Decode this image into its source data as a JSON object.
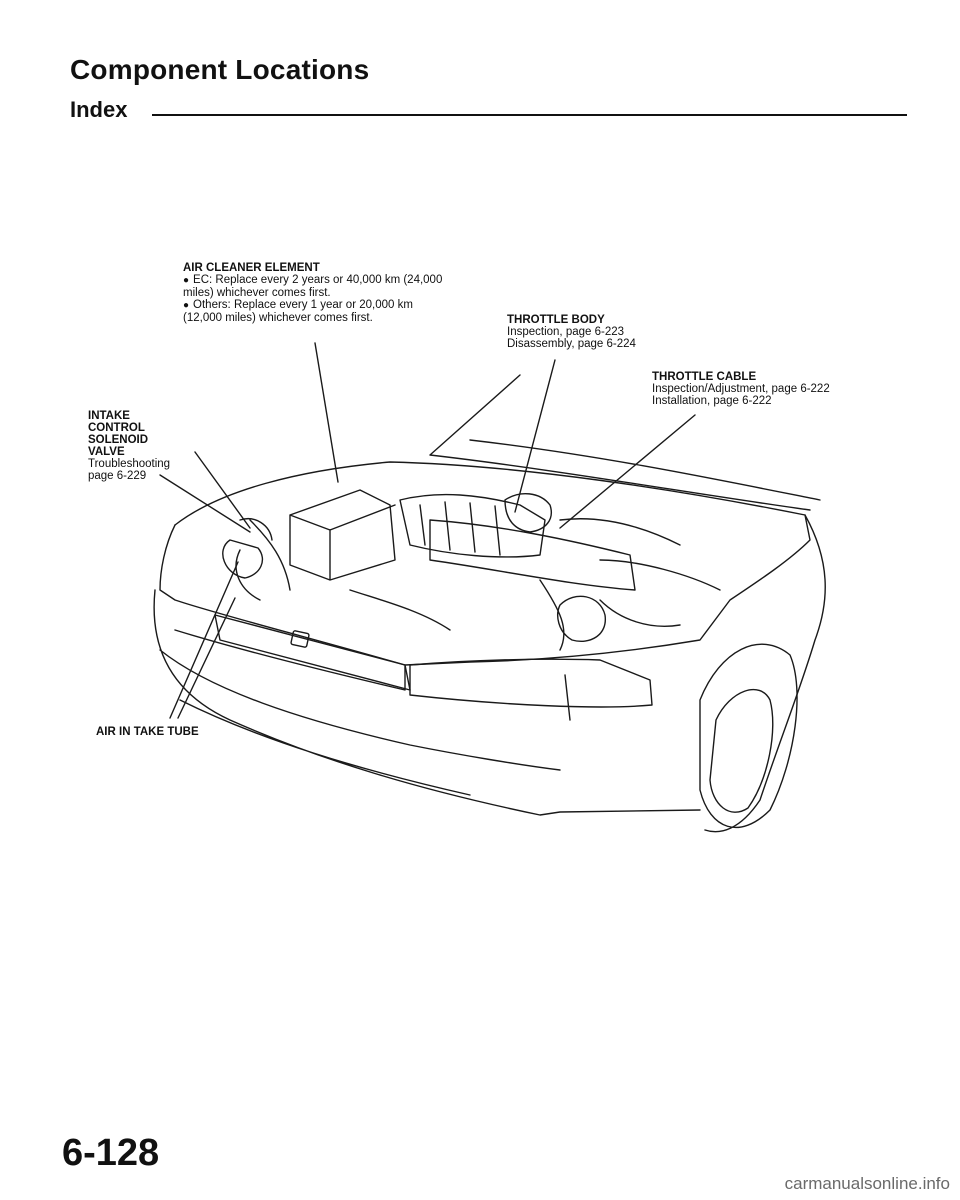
{
  "header": {
    "title": "Component Locations",
    "subtitle": "Index"
  },
  "callouts": {
    "air_cleaner": {
      "title": "AIR CLEANER ELEMENT",
      "line1": "EC: Replace every 2 years or 40,000 km (24,000",
      "line2": "miles) whichever comes first.",
      "line3": "Others: Replace every 1 year or 20,000 km",
      "line4": "(12,000 miles) whichever comes first."
    },
    "throttle_body": {
      "title": "THROTTLE BODY",
      "line1": "Inspection, page 6-223",
      "line2": "Disassembly, page 6-224"
    },
    "throttle_cable": {
      "title": "THROTTLE CABLE",
      "line1": "Inspection/Adjustment, page 6-222",
      "line2": "Installation, page 6-222"
    },
    "intake_solenoid": {
      "title1": "INTAKE",
      "title2": "CONTROL",
      "title3": "SOLENOID",
      "title4": "VALVE",
      "line1": "Troubleshooting",
      "line2": "page 6-229"
    },
    "air_intake_tube": {
      "title": "AIR IN TAKE TUBE"
    }
  },
  "footer": {
    "page_number": "6-128",
    "watermark": "carmanualsonline.info"
  }
}
